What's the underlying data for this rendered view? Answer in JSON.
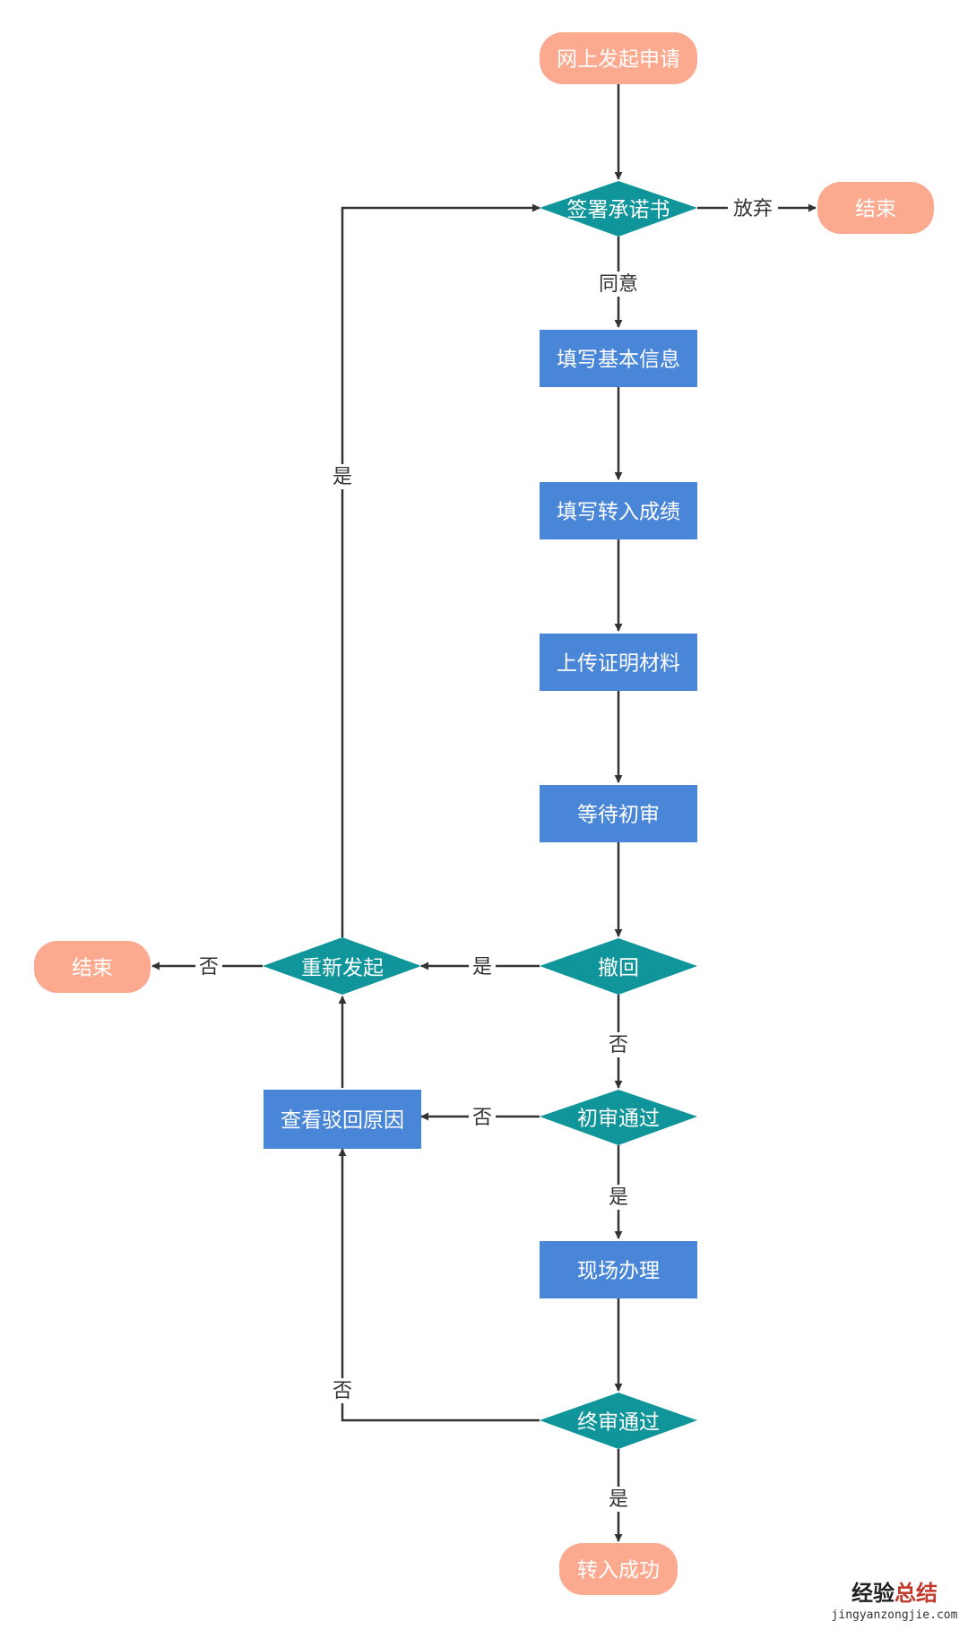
{
  "colors": {
    "terminal": "#fba98f",
    "process": "#4a86d8",
    "decision": "#10959a",
    "arrow": "#333333"
  },
  "nodes": {
    "start": "网上发起申请",
    "sign": "签署承诺书",
    "end_giveup": "结束",
    "fill_info": "填写基本信息",
    "fill_grades": "填写转入成绩",
    "upload": "上传证明材料",
    "wait_review": "等待初审",
    "withdraw": "撤回",
    "reinitiate": "重新发起",
    "end_left": "结束",
    "first_pass": "初审通过",
    "view_reason": "查看驳回原因",
    "onsite": "现场办理",
    "final_pass": "终审通过",
    "success": "转入成功"
  },
  "edges": {
    "giveup": "放弃",
    "agree": "同意",
    "reinitiate_yes": "是",
    "withdraw_yes": "是",
    "reinitiate_no": "否",
    "withdraw_no": "否",
    "first_no": "否",
    "first_yes": "是",
    "final_no": "否",
    "final_yes": "是"
  },
  "watermark": {
    "title_a": "经验",
    "title_b": "总结",
    "url": "jingyanzongjie.com"
  }
}
